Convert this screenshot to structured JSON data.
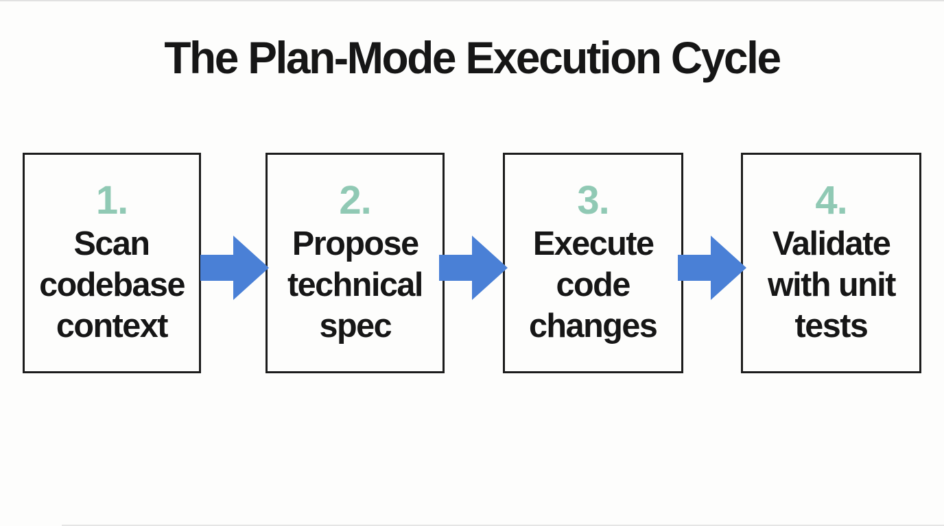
{
  "title": "The Plan-Mode Execution Cycle",
  "colors": {
    "accent_blue": "#4a80d6",
    "number_teal": "#90c9b4",
    "ink": "#161616",
    "box_border": "#1c1c1c",
    "background": "#fdfdfc"
  },
  "steps": [
    {
      "number": "1.",
      "lines": [
        "Scan",
        "codebase",
        "context"
      ]
    },
    {
      "number": "2.",
      "lines": [
        "Propose",
        "technical",
        "spec"
      ]
    },
    {
      "number": "3.",
      "lines": [
        "Execute",
        "code",
        "changes"
      ]
    },
    {
      "number": "4.",
      "lines": [
        "Validate",
        "with unit",
        "tests"
      ]
    }
  ],
  "arrow_icon": "block-arrow-right"
}
